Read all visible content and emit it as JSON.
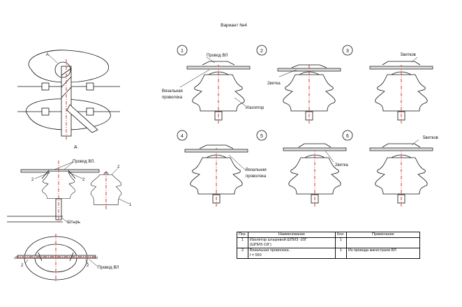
{
  "title": "Вариант №4",
  "view_label": "А",
  "steps": [
    "1",
    "2",
    "3",
    "4",
    "5",
    "6"
  ],
  "labels": {
    "wire_vl": "Провод ВЛ",
    "wire_vl_dot": "Провод ВЛ.",
    "binding_wire": "Вязальная проволока",
    "binding_wire_line1": "Вязальная",
    "binding_wire_line2": "проволока",
    "insulator": "Изолятор",
    "turns_2": "2витка",
    "turns_5": "5витков",
    "pin": "Штырь",
    "callout_a": "А"
  },
  "numbers": {
    "n1": "1",
    "n2": "2"
  },
  "table": {
    "headers": [
      "Поз.",
      "Наименование",
      "Кол.",
      "Примечание"
    ],
    "rows": [
      {
        "pos": "1",
        "name_l1": "Изолятор штыревой ШПИЗ -20Г",
        "name_l2": "(ШПИЗ-10Г)",
        "qty": "1",
        "note": ""
      },
      {
        "pos": "2",
        "name_l1": "Вязальная проволока .",
        "name_l2": "l = 550",
        "qty": "1",
        "note": "Из провода магистрали ВЛ"
      }
    ]
  }
}
